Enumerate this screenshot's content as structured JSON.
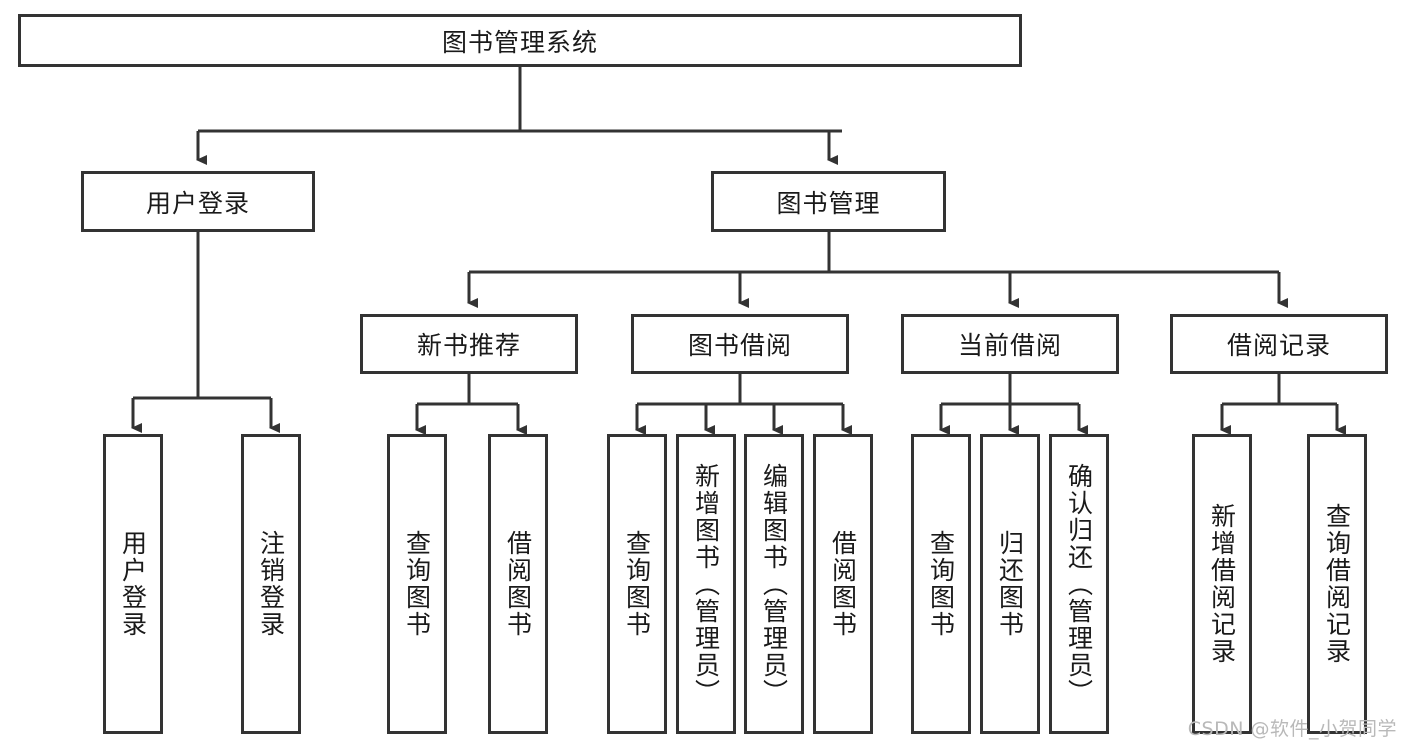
{
  "diagram": {
    "type": "tree-hierarchy",
    "title": "图书管理系统",
    "root": {
      "label": "图书管理系统",
      "level": 1
    },
    "level2": [
      {
        "label": "用户登录"
      },
      {
        "label": "图书管理"
      }
    ],
    "level3": [
      {
        "label": "新书推荐",
        "parent": "图书管理"
      },
      {
        "label": "图书借阅",
        "parent": "图书管理"
      },
      {
        "label": "当前借阅",
        "parent": "图书管理"
      },
      {
        "label": "借阅记录",
        "parent": "图书管理"
      }
    ],
    "leaves": {
      "user_login": [
        {
          "label": "用户登录"
        },
        {
          "label": "注销登录"
        }
      ],
      "new_book_recommend": [
        {
          "label": "查询图书"
        },
        {
          "label": "借阅图书"
        }
      ],
      "book_borrow": [
        {
          "label": "查询图书"
        },
        {
          "label": "新增图书（管理员）"
        },
        {
          "label": "编辑图书（管理员）"
        },
        {
          "label": "借阅图书"
        }
      ],
      "current_borrow": [
        {
          "label": "查询图书"
        },
        {
          "label": "归还图书"
        },
        {
          "label": "确认归还（管理员）"
        }
      ],
      "borrow_record": [
        {
          "label": "新增借阅记录"
        },
        {
          "label": "查询借阅记录"
        }
      ]
    }
  },
  "watermark": {
    "text": "CSDN @软件_小贺同学"
  },
  "colors": {
    "border": "#333333",
    "text": "#1a1a1a",
    "background": "#ffffff",
    "watermark": "#b9b9b9"
  }
}
